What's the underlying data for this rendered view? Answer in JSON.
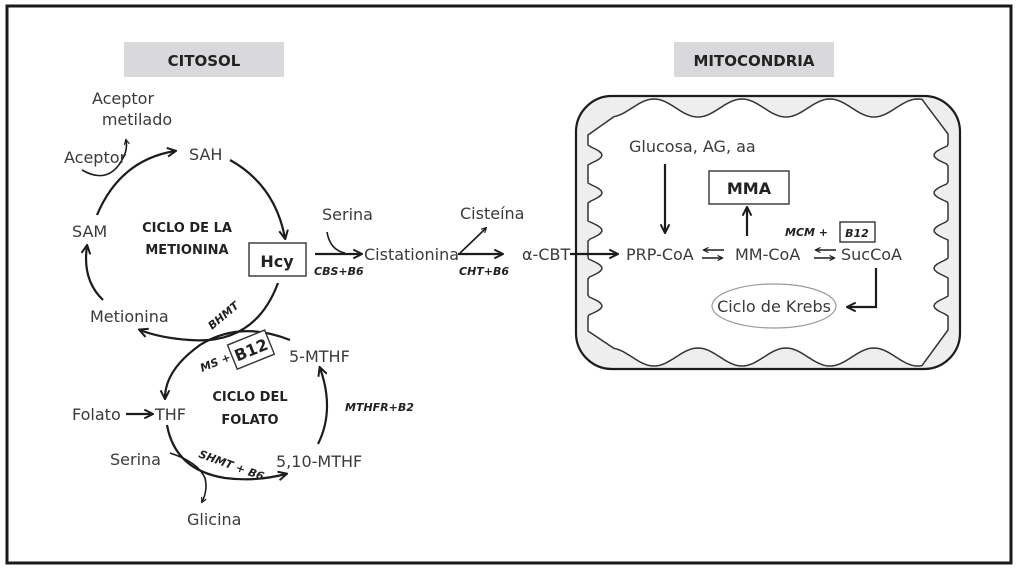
{
  "headers": {
    "cytosol": "CITOSOL",
    "mitochondria": "MITOCONDRIA"
  },
  "colors": {
    "header_bg": "#d9d9db",
    "mito_fill": "#eeeeef",
    "line": "#1c1c1c"
  },
  "methionine_cycle": {
    "title_line1": "CICLO DE LA",
    "title_line2": "METIONINA",
    "acceptor_methylated_line1": "Aceptor",
    "acceptor_methylated_line2": "metilado",
    "acceptor": "Aceptor",
    "sah": "SAH",
    "sam": "SAM",
    "hcy": "Hcy",
    "methionine": "Metionina",
    "bhmt": "BHMT"
  },
  "folate_cycle": {
    "title_line1": "CICLO DEL",
    "title_line2": "FOLATO",
    "ms": "MS +",
    "b12": "B12",
    "mthf5": "5-MTHF",
    "folate": "Folato",
    "thf": "THF",
    "mthfr": "MTHFR+B2",
    "serine": "Serina",
    "shmt": "SHMT + B6",
    "mthf510": "5,10-MTHF",
    "glycine": "Glicina"
  },
  "transsulfuration": {
    "serine": "Serina",
    "cbs": "CBS+B6",
    "cystathionine": "Cistationina",
    "cysteine": "Cisteína",
    "cht": "CHT+B6",
    "acbt": "α-CBT"
  },
  "mitochondria": {
    "inputs": "Glucosa, AG, aa",
    "mma": "MMA",
    "prp_coa": "PRP-CoA",
    "mm_coa": "MM-CoA",
    "mcm": "MCM +",
    "b12": "B12",
    "succoa": "SucCoA",
    "krebs": "Ciclo de Krebs"
  }
}
